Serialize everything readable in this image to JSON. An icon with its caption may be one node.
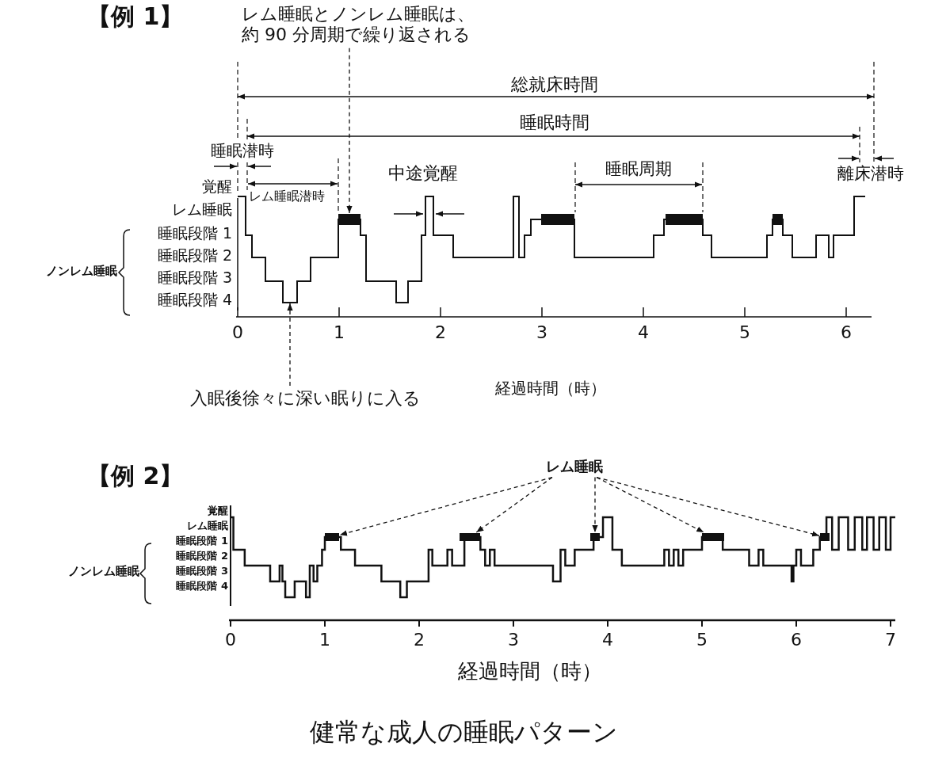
{
  "diagram": {
    "caption": "健常な成人の睡眠パターン",
    "nodes": [
      {
        "text": [
          "レム睡眠とノンレム睡眠は、約 90 分周期で繰り返される"
        ]
      },
      {
        "text": [],
        "shape": "bar"
      },
      {
        "text": [
          "入眠後徐々に深い眠りに入る"
        ]
      },
      {
        "text": [
          "レム睡眠"
        ]
      },
      {
        "text": [],
        "shape": "bar"
      },
      {
        "text": [],
        "shape": "bar"
      },
      {
        "text": [],
        "shape": "bar"
      },
      {
        "text": [],
        "shape": "bar"
      },
      {
        "text": [],
        "shape": "bar"
      },
      {
        "text": [],
        "shape": "line"
      }
    ],
    "edges": [
      {
        "from": 0,
        "to": 1,
        "arrow": "to",
        "style": "dashed"
      },
      {
        "from": 2,
        "to": 9,
        "arrow": "to",
        "style": "dashed"
      },
      {
        "from": 3,
        "to": 4,
        "arrow": "to",
        "style": "dashed"
      },
      {
        "from": 3,
        "to": 5,
        "arrow": "to",
        "style": "dashed"
      },
      {
        "from": 3,
        "to": 6,
        "arrow": "to",
        "style": "dashed"
      },
      {
        "from": 3,
        "to": 7,
        "arrow": "to",
        "style": "dashed"
      },
      {
        "from": 3,
        "to": 8,
        "arrow": "to",
        "style": "dashed"
      }
    ],
    "labels": [
      "【例 1】",
      "総就床時間",
      "睡眠時間",
      "睡眠潜時",
      "中途覚醒",
      "睡眠周期",
      "離床潜時",
      "覚醒",
      "レム睡眠潜時",
      "レム睡眠",
      "睡眠段階 1",
      "睡眠段階 2",
      "睡眠段階 3",
      "睡眠段階 4",
      "ノンレム睡眠",
      "0",
      "1",
      "2",
      "3",
      "4",
      "5",
      "6",
      "経過時間（時）",
      "【例 2】",
      "覚醒",
      "レム睡眠",
      "睡眠段階 1",
      "睡眠段階 2",
      "睡眠段階 3",
      "睡眠段階 4",
      "ノンレム睡眠",
      "0",
      "1",
      "2",
      "3",
      "4",
      "5",
      "6",
      "7",
      "経過時間（時）"
    ]
  }
}
